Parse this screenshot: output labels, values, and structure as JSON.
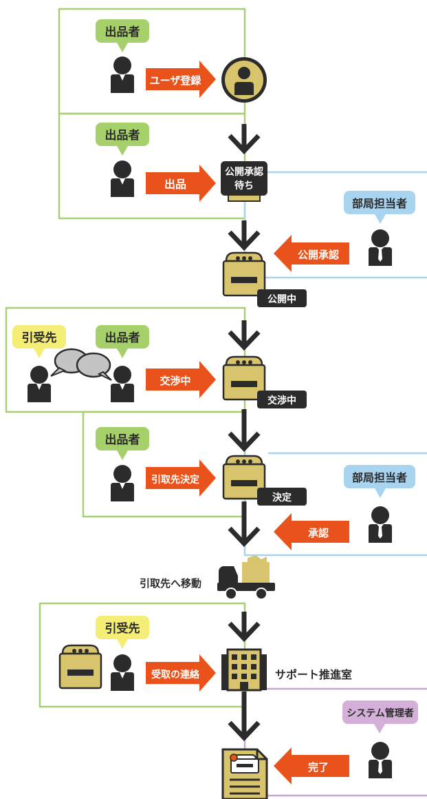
{
  "colors": {
    "green_frame": "#a9cf74",
    "blue_line": "#a8d4ef",
    "purple_line": "#c8a6d2",
    "orange_arrow": "#e9531b",
    "dark": "#2b2b2b",
    "gold": "#d9c46e",
    "bubble_green": "#a6d16a",
    "bubble_blue": "#a9d4f0",
    "bubble_yellow": "#f4ee77",
    "bubble_purple": "#d4afd8",
    "speech_gray": "#c4c4c4"
  },
  "roles": {
    "exhibitor": "出品者",
    "dept_staff": "部局担当者",
    "recipient": "引受先",
    "sys_admin": "システム管理者"
  },
  "actions": {
    "register": "ユーザ登録",
    "exhibit": "出品",
    "publish_approve": "公開承認",
    "negotiate": "交渉中",
    "decide_recipient": "引取先決定",
    "approve": "承認",
    "contact_receipt": "受取の連絡",
    "complete": "完了"
  },
  "statuses": {
    "pending_line1": "公開承認",
    "pending_line2": "待ち",
    "published": "公開中",
    "negotiating": "交渉中",
    "decided": "決定"
  },
  "labels": {
    "move": "引取先へ移動",
    "support_office": "サポート推進室"
  }
}
